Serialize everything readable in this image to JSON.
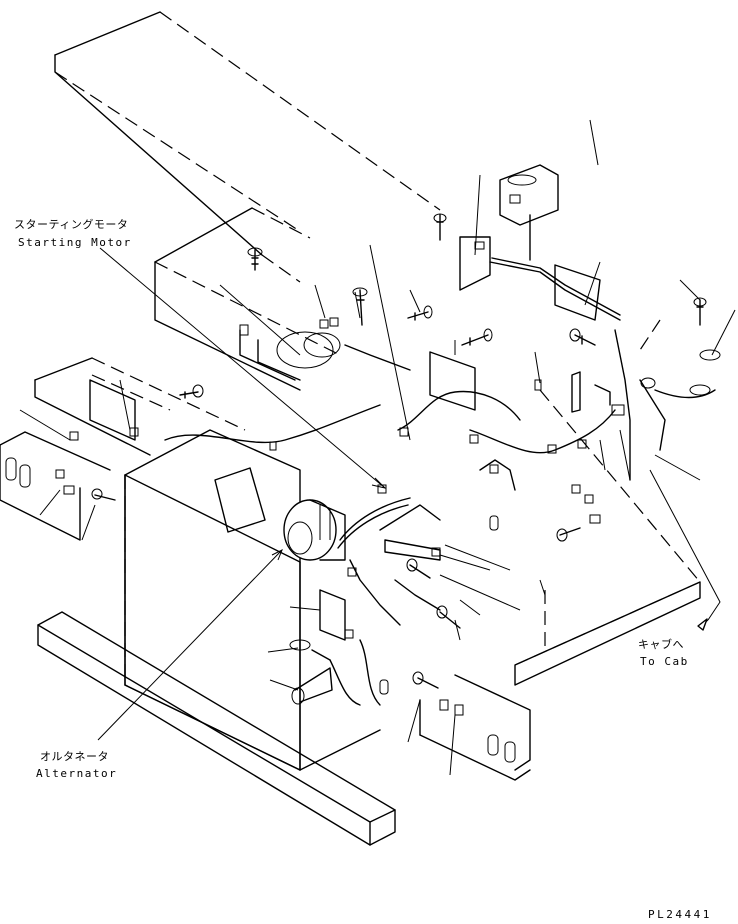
{
  "labels": {
    "starting_motor_ja": "スターティングモータ",
    "starting_motor_en": "Starting Motor",
    "alternator_ja": "オルタネータ",
    "alternator_en": "Alternator",
    "to_cab_ja": "キャブへ",
    "to_cab_en": "To Cab"
  },
  "drawing_code": "PL24441"
}
